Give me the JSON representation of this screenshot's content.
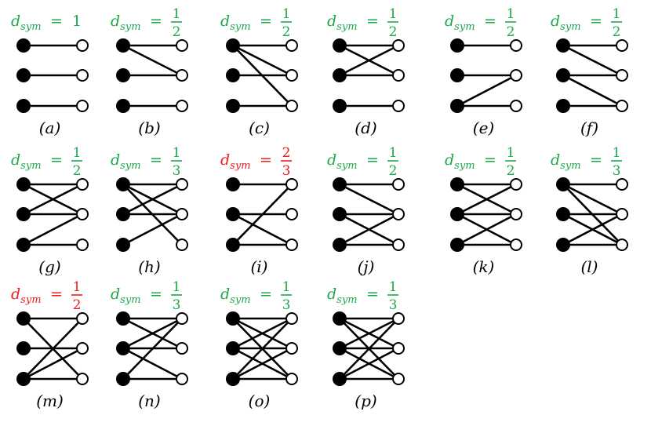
{
  "colors": {
    "green": "#1aaa4a",
    "red": "#ee1c1c",
    "black": "#000000",
    "white": "#ffffff"
  },
  "symbol": {
    "base": "d",
    "subscript": "sym"
  },
  "panels": [
    {
      "label": "(a)",
      "value_whole": "1",
      "color": "green",
      "edges": [
        [
          0,
          0
        ],
        [
          1,
          1
        ],
        [
          2,
          2
        ]
      ]
    },
    {
      "label": "(b)",
      "num": "1",
      "den": "2",
      "color": "green",
      "edges": [
        [
          0,
          0
        ],
        [
          0,
          1
        ],
        [
          1,
          1
        ],
        [
          2,
          2
        ]
      ]
    },
    {
      "label": "(c)",
      "num": "1",
      "den": "2",
      "color": "green",
      "edges": [
        [
          0,
          0
        ],
        [
          0,
          1
        ],
        [
          0,
          2
        ],
        [
          1,
          1
        ],
        [
          2,
          2
        ]
      ]
    },
    {
      "label": "(d)",
      "num": "1",
      "den": "2",
      "color": "green",
      "edges": [
        [
          0,
          0
        ],
        [
          0,
          1
        ],
        [
          1,
          0
        ],
        [
          1,
          1
        ],
        [
          2,
          2
        ]
      ]
    },
    {
      "label": "(e)",
      "num": "1",
      "den": "2",
      "color": "green",
      "edges": [
        [
          0,
          0
        ],
        [
          1,
          1
        ],
        [
          2,
          1
        ],
        [
          2,
          2
        ]
      ]
    },
    {
      "label": "(f)",
      "num": "1",
      "den": "2",
      "color": "green",
      "edges": [
        [
          0,
          0
        ],
        [
          0,
          1
        ],
        [
          1,
          1
        ],
        [
          1,
          2
        ],
        [
          2,
          2
        ]
      ]
    },
    {
      "label": "(g)",
      "num": "1",
      "den": "2",
      "color": "green",
      "edges": [
        [
          0,
          0
        ],
        [
          0,
          1
        ],
        [
          1,
          0
        ],
        [
          1,
          1
        ],
        [
          2,
          1
        ],
        [
          2,
          2
        ]
      ]
    },
    {
      "label": "(h)",
      "num": "1",
      "den": "3",
      "color": "green",
      "edges": [
        [
          0,
          0
        ],
        [
          0,
          1
        ],
        [
          0,
          2
        ],
        [
          1,
          0
        ],
        [
          1,
          1
        ],
        [
          2,
          1
        ]
      ]
    },
    {
      "label": "(i)",
      "num": "2",
      "den": "3",
      "color": "red",
      "edges": [
        [
          0,
          0
        ],
        [
          1,
          1
        ],
        [
          1,
          2
        ],
        [
          2,
          0
        ],
        [
          2,
          2
        ]
      ]
    },
    {
      "label": "(j)",
      "num": "1",
      "den": "2",
      "color": "green",
      "edges": [
        [
          0,
          0
        ],
        [
          0,
          1
        ],
        [
          1,
          1
        ],
        [
          1,
          2
        ],
        [
          2,
          1
        ],
        [
          2,
          2
        ]
      ]
    },
    {
      "label": "(k)",
      "num": "1",
      "den": "2",
      "color": "green",
      "edges": [
        [
          0,
          0
        ],
        [
          0,
          1
        ],
        [
          1,
          0
        ],
        [
          1,
          1
        ],
        [
          1,
          2
        ],
        [
          2,
          1
        ],
        [
          2,
          2
        ]
      ]
    },
    {
      "label": "(l)",
      "num": "1",
      "den": "3",
      "color": "green",
      "edges": [
        [
          0,
          0
        ],
        [
          0,
          1
        ],
        [
          0,
          2
        ],
        [
          1,
          1
        ],
        [
          1,
          2
        ],
        [
          2,
          1
        ],
        [
          2,
          2
        ]
      ]
    },
    {
      "label": "(m)",
      "num": "1",
      "den": "2",
      "color": "red",
      "edges": [
        [
          0,
          0
        ],
        [
          0,
          2
        ],
        [
          1,
          1
        ],
        [
          2,
          0
        ],
        [
          2,
          1
        ],
        [
          2,
          2
        ]
      ]
    },
    {
      "label": "(n)",
      "num": "1",
      "den": "3",
      "color": "green",
      "edges": [
        [
          0,
          0
        ],
        [
          0,
          1
        ],
        [
          1,
          0
        ],
        [
          1,
          1
        ],
        [
          1,
          2
        ],
        [
          2,
          0
        ],
        [
          2,
          2
        ]
      ]
    },
    {
      "label": "(o)",
      "num": "1",
      "den": "3",
      "color": "green",
      "edges": [
        [
          0,
          0
        ],
        [
          0,
          1
        ],
        [
          0,
          2
        ],
        [
          1,
          0
        ],
        [
          1,
          1
        ],
        [
          1,
          2
        ],
        [
          2,
          0
        ],
        [
          2,
          1
        ],
        [
          2,
          2
        ]
      ]
    },
    {
      "label": "(p)",
      "num": "1",
      "den": "3",
      "color": "green",
      "edges": [
        [
          0,
          0
        ],
        [
          0,
          1
        ],
        [
          0,
          2
        ],
        [
          1,
          0
        ],
        [
          1,
          1
        ],
        [
          1,
          2
        ],
        [
          2,
          0
        ],
        [
          2,
          1
        ],
        [
          2,
          2
        ]
      ]
    }
  ]
}
